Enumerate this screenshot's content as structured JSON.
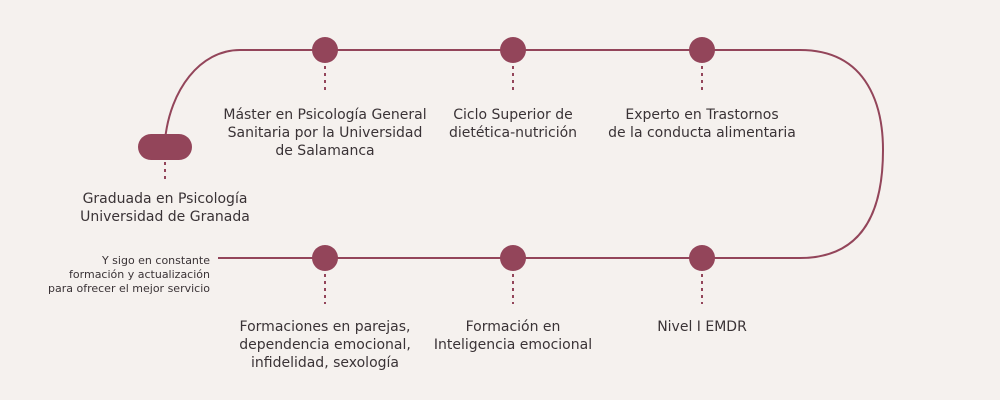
{
  "colors": {
    "accent": "#93455a",
    "background": "#f5f1ee",
    "text": "#3a3336"
  },
  "start": {
    "label": "Graduada en Psicología\nUniversidad de Granada"
  },
  "top_milestones": [
    {
      "label": "Máster en Psicología General\nSanitaria por la Universidad\nde Salamanca"
    },
    {
      "label": "Ciclo Superior de\ndietética-nutrición"
    },
    {
      "label": "Experto en Trastornos\nde la conducta alimentaria"
    }
  ],
  "bottom_milestones": [
    {
      "label": "Formaciones en parejas,\ndependencia emocional,\ninfidelidad, sexología"
    },
    {
      "label": "Formación en\nInteligencia emocional"
    },
    {
      "label": "Nivel I EMDR"
    }
  ],
  "end": {
    "label": "Y sigo en constante\nformación y actualización\npara ofrecer el mejor servicio"
  }
}
